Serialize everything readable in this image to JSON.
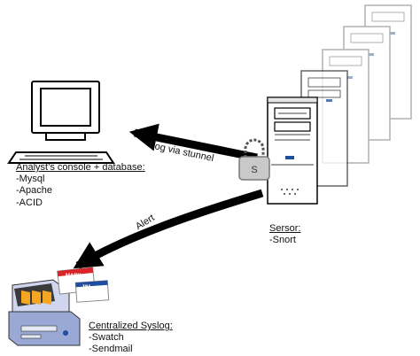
{
  "analyst": {
    "title": "Analyst’s console + database:",
    "items": [
      "-Mysql",
      "-Apache",
      "-ACID"
    ]
  },
  "sensor": {
    "title": "Sersor:",
    "items": [
      "-Snort"
    ]
  },
  "syslog": {
    "title": "Centralized Syslog:",
    "items": [
      "-Swatch",
      "-Sendmail"
    ]
  },
  "edges": {
    "log_label": "Log via stunnel",
    "alert_label": "Alert"
  },
  "lock": {
    "letter": "S"
  },
  "mail_cards": {
    "card_1": "MARY",
    "card_2": "JIM"
  },
  "colors": {
    "arrow": "#000000",
    "computer_body": "#ffffff",
    "screen": "#ffffff",
    "server_face": "#f2f2f2",
    "server_badge": "#1f4e9e",
    "syslog_base": "#9aa8d6",
    "mail_stripe": "#f5a623",
    "mail_red": "#d9252a"
  }
}
